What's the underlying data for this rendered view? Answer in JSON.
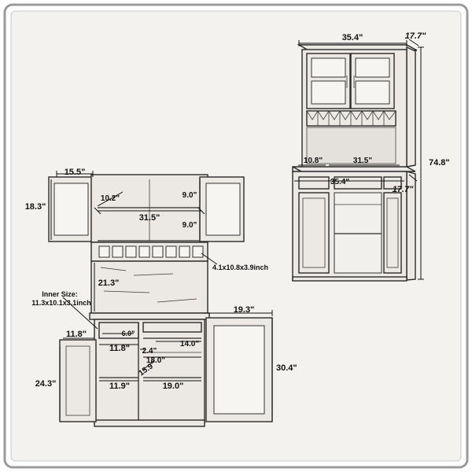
{
  "colors": {
    "frame": "#9a9a9a",
    "background": "#f4f2ef",
    "line": "#2a2a2a",
    "wood_fill": "#ece9e4"
  },
  "right_view": {
    "width_top": "35.4\"",
    "depth_top": "17.7\"",
    "height_total": "74.8\"",
    "niche_width": "10.8\"",
    "counter_width": "31.5\"",
    "base_width": "35.4\"",
    "base_depth": "17.7\""
  },
  "left_view": {
    "door_width_top": "15.5\"",
    "door_height_top": "18.3\"",
    "shelf_depth": "10.2\"",
    "shelf_gap_upper": "9.0\"",
    "shelf_gap_lower": "9.0\"",
    "upper_inner_width": "31.5\"",
    "wine_slot_size": "4.1x10.8x3.9inch",
    "hutch_height": "21.3\"",
    "drawer_inner_size_title": "Inner Size:",
    "drawer_inner_size_value": "11.3x10.1x3.1inch",
    "right_door_width": "19.3\"",
    "left_door_width": "11.8\"",
    "left_compartment_width": "11.8\"",
    "drawer_depth": "6.0\"",
    "rack_depth": "2.4\"",
    "drawer_width": "14.0\"",
    "middle_inner_width": "18.0\"",
    "shelf_angle_depth": "15.9\"",
    "left_door_height": "24.3\"",
    "lower_height": "30.4\"",
    "left_bottom_width": "11.9\"",
    "right_bottom_width": "19.0\""
  }
}
